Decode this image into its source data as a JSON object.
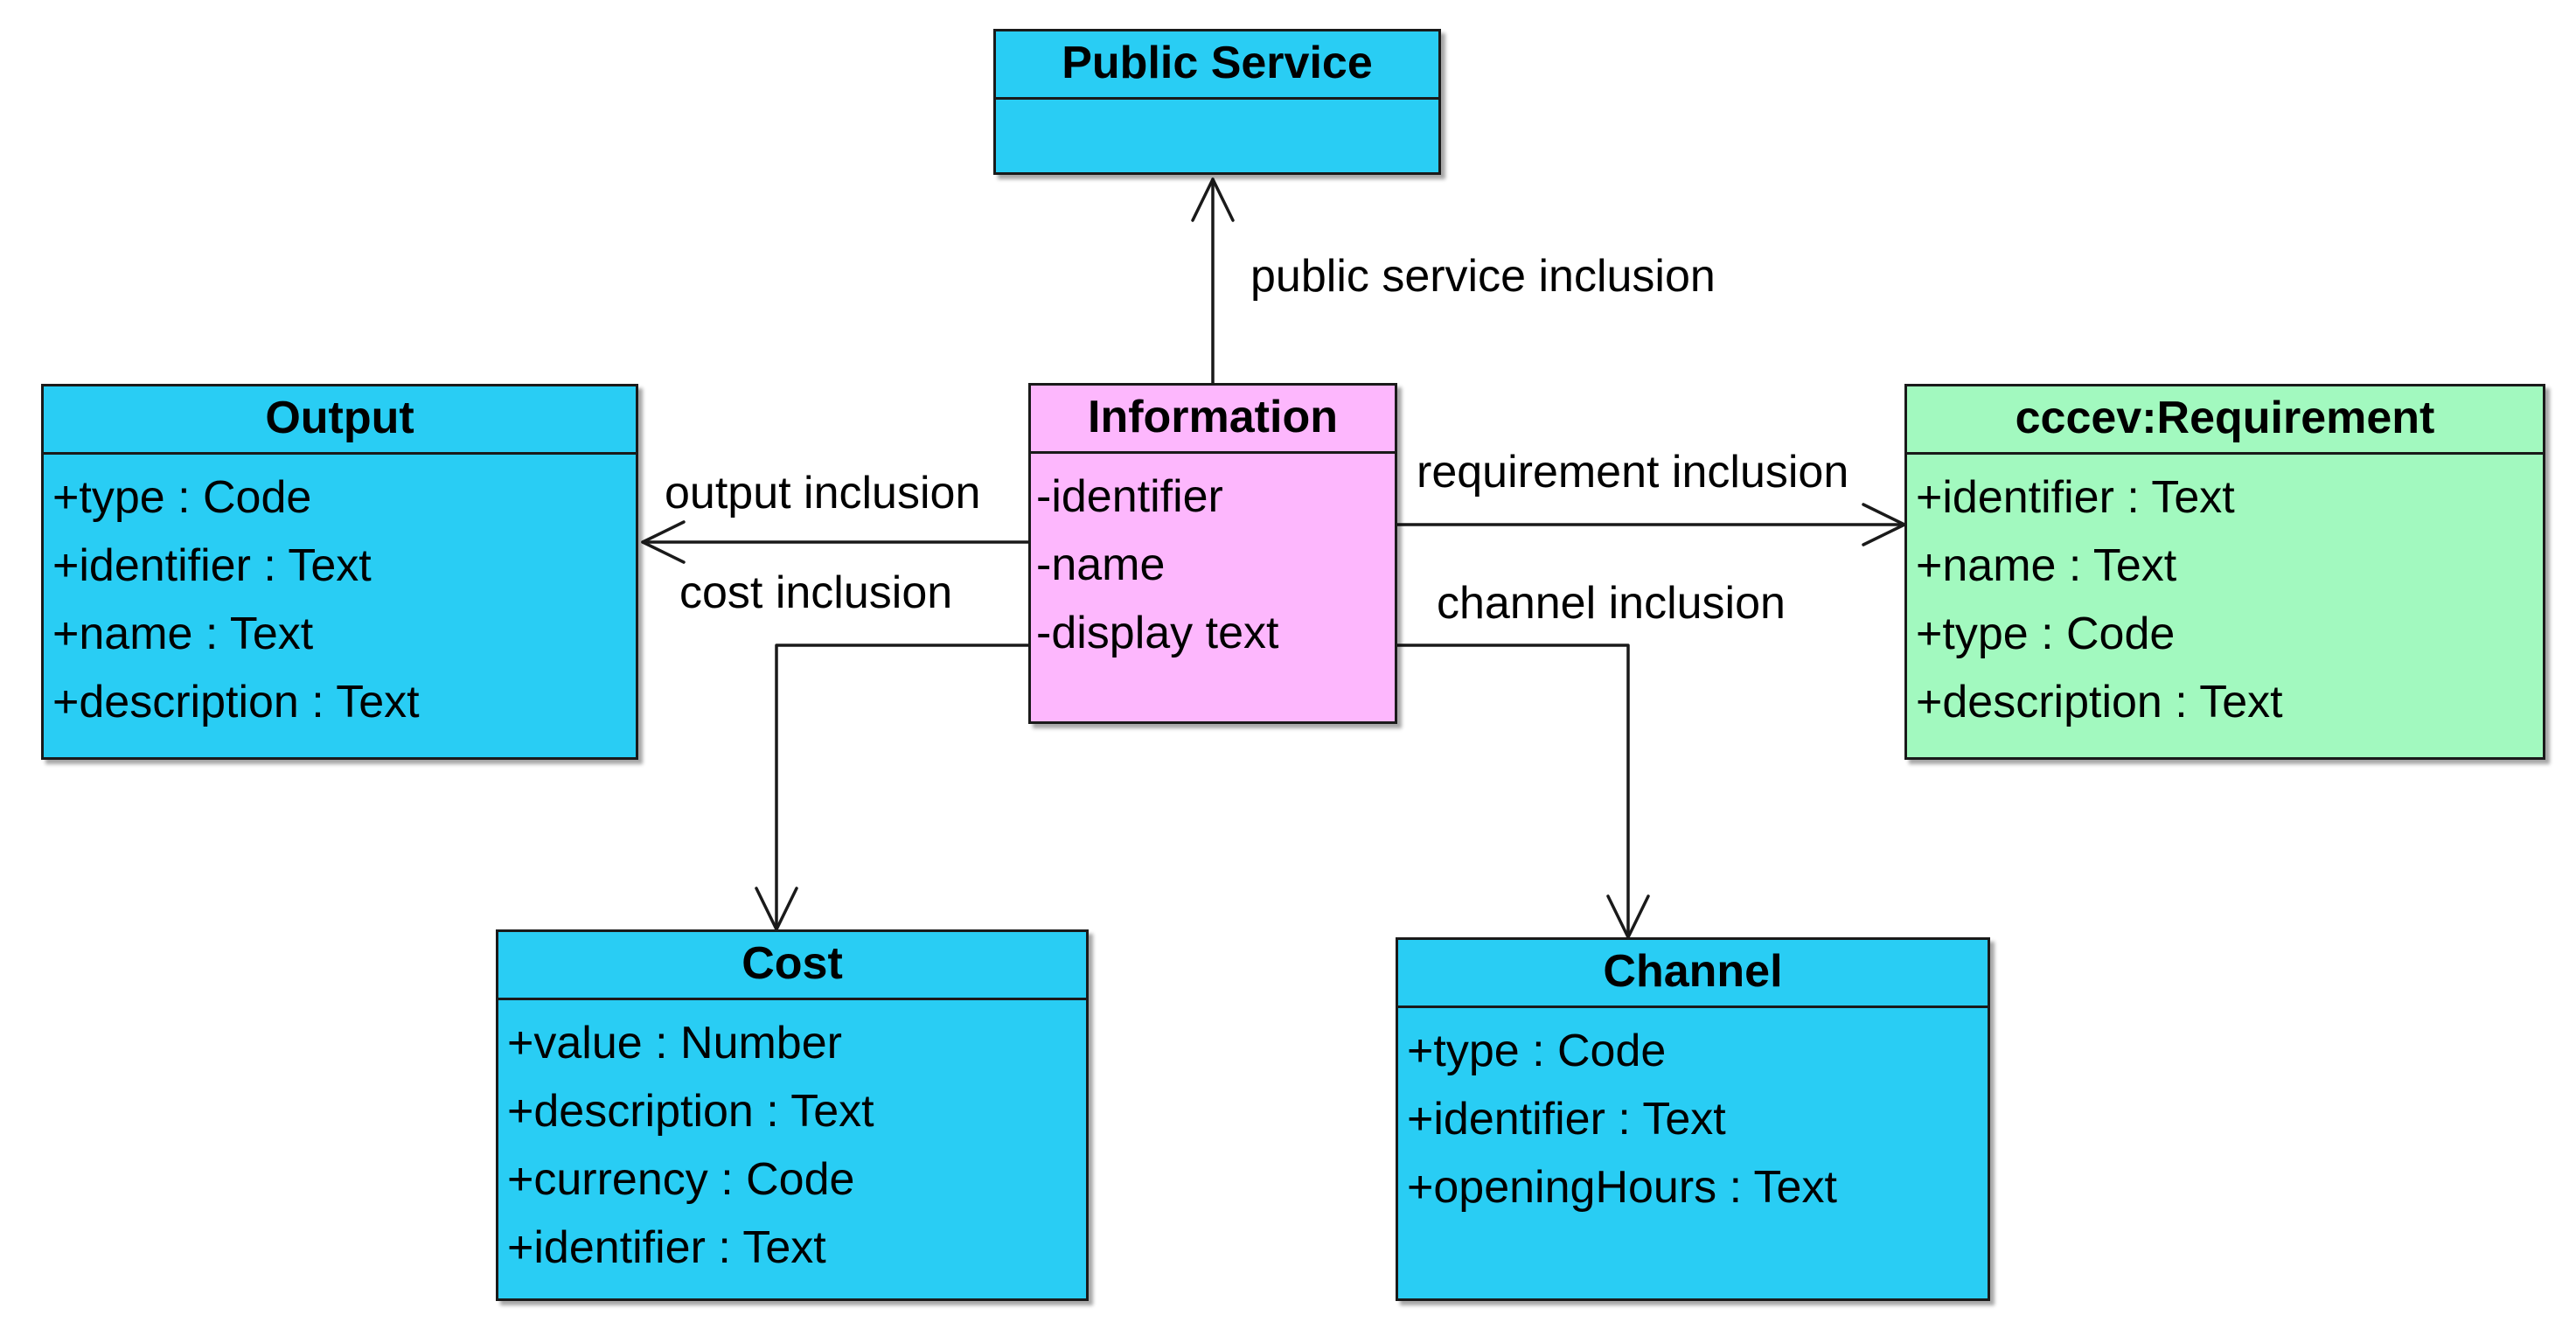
{
  "classes": {
    "public_service": {
      "name": "Public Service",
      "attributes": []
    },
    "information": {
      "name": "Information",
      "attributes": [
        "-identifier",
        "-name",
        "-display text"
      ]
    },
    "output": {
      "name": "Output",
      "attributes": [
        "+type : Code",
        "+identifier : Text",
        "+name : Text",
        "+description : Text"
      ]
    },
    "requirement": {
      "name": "cccev:Requirement",
      "attributes": [
        "+identifier : Text",
        "+name : Text",
        "+type : Code",
        "+description : Text"
      ]
    },
    "cost": {
      "name": "Cost",
      "attributes": [
        "+value : Number",
        "+description : Text",
        "+currency : Code",
        "+identifier : Text"
      ]
    },
    "channel": {
      "name": "Channel",
      "attributes": [
        "+type : Code",
        "+identifier : Text",
        "+openingHours : Text"
      ]
    }
  },
  "relations": {
    "public_service_inclusion": "public service inclusion",
    "output_inclusion": "output inclusion",
    "cost_inclusion": "cost inclusion",
    "requirement_inclusion": "requirement inclusion",
    "channel_inclusion": "channel inclusion"
  },
  "colors": {
    "class_blue": "#29cdf4",
    "class_pink": "#fdb7fd",
    "class_green": "#a2f9bf"
  }
}
